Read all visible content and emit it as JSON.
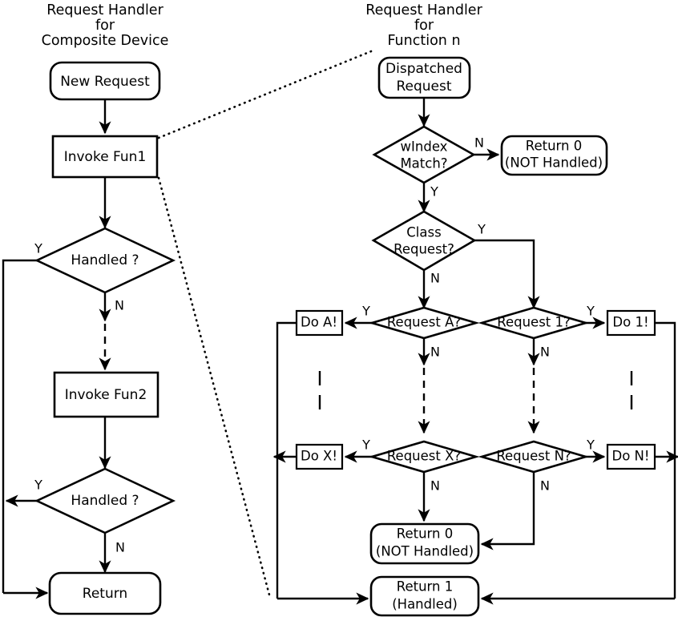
{
  "diagram": {
    "title_left": [
      "Request Handler",
      "for",
      "Composite Device"
    ],
    "title_right": [
      "Request Handler",
      "for",
      "Function n"
    ],
    "left_column": {
      "new_request": "New Request",
      "invoke_fun1": "Invoke Fun1",
      "handled_1": "Handled ?",
      "invoke_fun2": "Invoke Fun2",
      "handled_2": "Handled ?",
      "return": "Return",
      "labels": {
        "handled_1_yes": "Y",
        "handled_1_no": "N",
        "handled_2_yes": "Y",
        "handled_2_no": "N"
      }
    },
    "right_column": {
      "dispatched_request": [
        "Dispatched",
        "Request"
      ],
      "windex_match": [
        "wIndex",
        "Match?"
      ],
      "return0_top": [
        "Return 0",
        "(NOT Handled)"
      ],
      "class_request": [
        "Class",
        "Request?"
      ],
      "request_a": "Request A?",
      "request_1": "Request 1?",
      "request_x": "Request X?",
      "request_n": "Request N?",
      "do_a": "Do A!",
      "do_1": "Do 1!",
      "do_x": "Do X!",
      "do_n": "Do N!",
      "return0_bottom": [
        "Return 0",
        "(NOT Handled)"
      ],
      "return1_bottom": [
        "Return 1",
        "(Handled)"
      ],
      "labels": {
        "windex_no": "N",
        "windex_yes": "Y",
        "class_yes": "Y",
        "class_no": "N",
        "request_a_yes": "Y",
        "request_a_no": "N",
        "request_1_yes": "Y",
        "request_1_no": "N",
        "request_x_yes": "Y",
        "request_x_no": "N",
        "request_n_yes": "Y",
        "request_n_no": "N"
      }
    },
    "colors": {
      "stroke": "#000000",
      "fill": "#ffffff",
      "background": "#ffffff"
    }
  }
}
